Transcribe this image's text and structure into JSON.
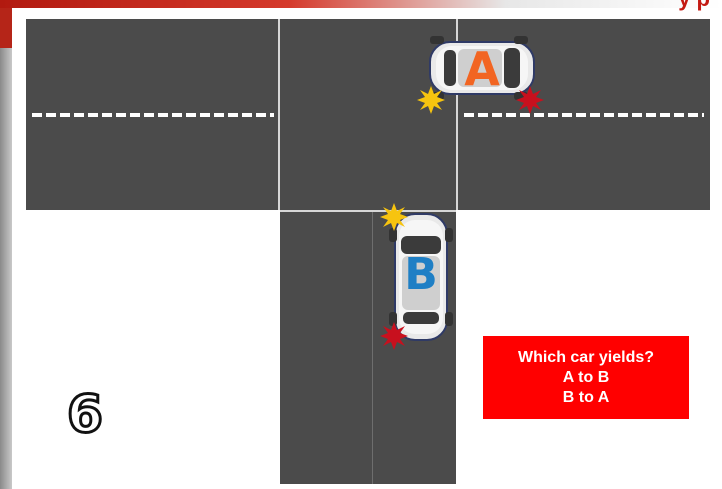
{
  "header": {
    "title_fragment": "y p",
    "accent_color": "#c41a13"
  },
  "scene": {
    "road_color": "#4b4b4b",
    "lane_marking_color": "#ffffff",
    "car_a": {
      "label": "A",
      "label_color": "#f26522",
      "heading": "right"
    },
    "car_b": {
      "label": "B",
      "label_color": "#1f7fc5",
      "heading": "up"
    },
    "turn_signal_colors": [
      "#f7c40f",
      "#c8101e"
    ]
  },
  "callout": {
    "question": "Which car yields?",
    "options": [
      "A to B",
      "B to A"
    ],
    "background": "#ff0000"
  },
  "slide_number": "6"
}
